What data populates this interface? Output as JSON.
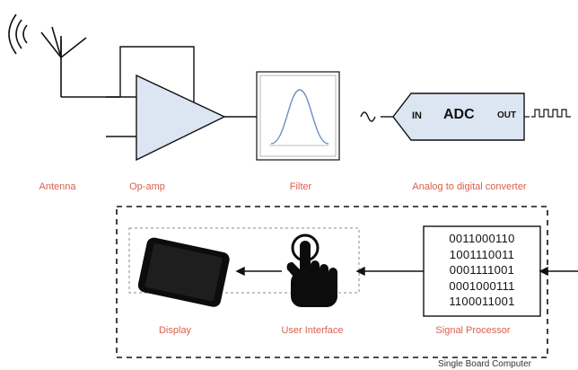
{
  "labels": {
    "antenna": "Antenna",
    "opamp": "Op-amp",
    "filter": "Filter",
    "adc": "Analog to digital converter",
    "display": "Display",
    "user_interface": "User Interface",
    "signal_processor": "Signal Processor",
    "single_board_computer": "Single Board Computer"
  },
  "adc_block": {
    "in": "IN",
    "title": "ADC",
    "out": "OUT"
  },
  "binary_rows": [
    "0011000110",
    "1001110011",
    "0001111001",
    "0001000111",
    "1100011001"
  ],
  "colors": {
    "label": "#d9604c",
    "opamp_fill": "#dce6f2",
    "adc_fill": "#dce6f2",
    "filter_curve": "#6f8fc0",
    "line": "#111111"
  },
  "icons": {
    "antenna": "antenna-icon",
    "opamp": "triangle-amplifier-icon",
    "filter": "bell-curve-icon",
    "analog_wave": "sine-wave-icon",
    "digital_wave": "square-wave-icon",
    "display": "tablet-icon",
    "user_interface": "pointing-hand-icon"
  }
}
